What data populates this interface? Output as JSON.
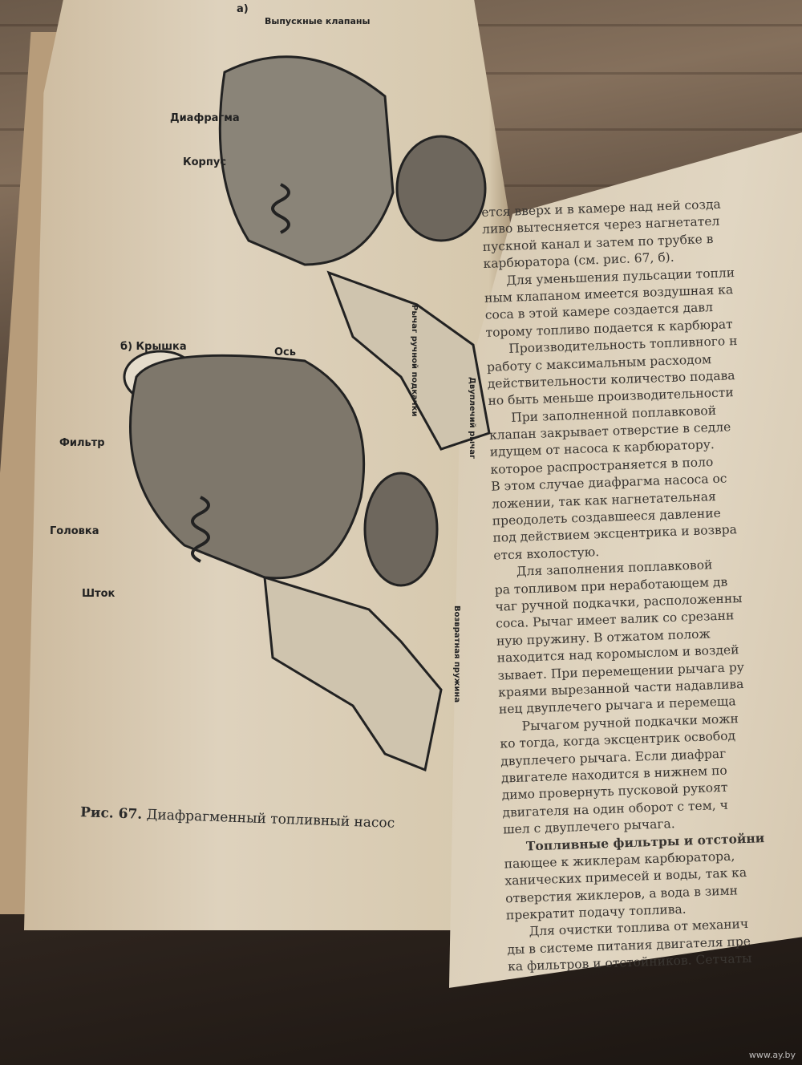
{
  "figure": {
    "label_a": "а)",
    "exhaust_valves": "Выпускные клапаны",
    "diaphragm": "Диафрагма",
    "body": "Корпус",
    "hand_lever": "Рычаг ручной подкачки",
    "axle": "Ось",
    "double_lever": "Двуплечий рычаг",
    "label_b": "б) Крышка",
    "filter": "Фильтр",
    "head": "Головка",
    "rod": "Шток",
    "return_spring": "Возвратная пружина",
    "caption_num": "Рис. 67.",
    "caption_text": "Диафрагменный топливный насос"
  },
  "text_lines": [
    "ется вверх и в камере над ней созда",
    "ливо вытесняется через нагнетател",
    "пускной канал и затем по трубке в",
    "карбюратора (см. рис. 67, б).",
    "Для уменьшения пульсации топли",
    "ным клапаном имеется воздушная ка",
    "соса в этой камере создается давл",
    "торому топливо подается к карбюрат",
    "Производительность топливного н",
    "работу с максимальным расходом",
    "действительности количество подава",
    "но быть меньше производительности",
    "При заполненной поплавковой",
    "клапан закрывает отверстие в седле",
    "идущем от насоса к карбюратору.",
    "которое распространяется в поло",
    "В этом случае диафрагма насоса ос",
    "ложении, так как нагнетательная",
    "преодолеть создавшееся давление",
    "под действием эксцентрика и возвра",
    "ется вхолостую.",
    "Для заполнения поплавковой",
    "ра топливом при неработающем дв",
    "чаг ручной подкачки, расположенны",
    "соса. Рычаг имеет валик со срезанн",
    "ную пружину. В отжатом полож",
    "находится над коромыслом и воздей",
    "зывает. При перемещении рычага ру",
    "краями вырезанной части надавлива",
    "нец двуплечего рычага и перемеща",
    "Рычагом ручной подкачки можн",
    "ко тогда, когда эксцентрик освобод",
    "двуплечего рычага. Если диафраг",
    "двигателе находится в нижнем по",
    "димо провернуть пусковой рукоят",
    "двигателя на один оборот с тем, ч",
    "шел с двуплечего рычага.",
    "Топливные фильтры и отстойни",
    "пающее к жиклерам карбюратора,",
    "ханических примесей и воды, так ка",
    "отверстия жиклеров, а вода в зимн",
    "прекратит подачу топлива.",
    "Для очистки топлива от механич",
    "ды в системе питания двигателя пре",
    "ка фильтров и отстойников. Сетчаты"
  ],
  "watermark": "www.ay.by"
}
